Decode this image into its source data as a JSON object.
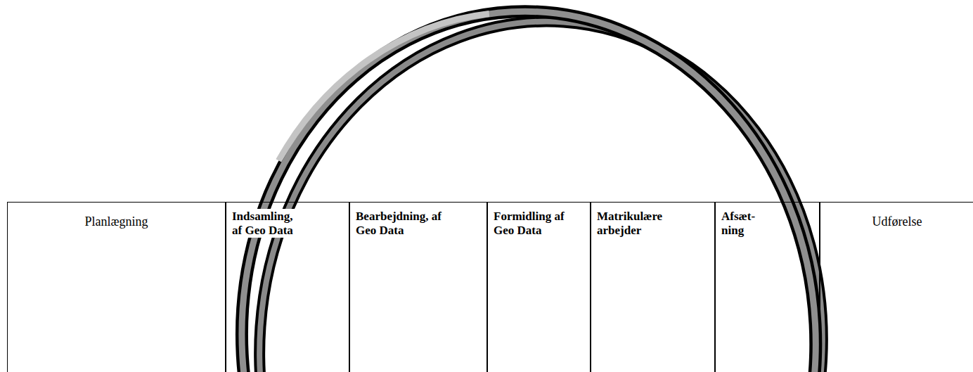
{
  "diagram": {
    "nodes": [
      {
        "text": [
          "Planlægning"
        ]
      },
      {
        "text": [
          "Indsamling, af Geo Data"
        ]
      },
      {
        "text": [
          "Bearbejdning, af Geo Data"
        ]
      },
      {
        "text": [
          "Formidling af Geo Data"
        ]
      },
      {
        "text": [
          "Matrikulære arbejder"
        ]
      },
      {
        "text": [
          "Afsæt- ning"
        ]
      },
      {
        "text": [
          "Udførelse"
        ]
      }
    ]
  }
}
